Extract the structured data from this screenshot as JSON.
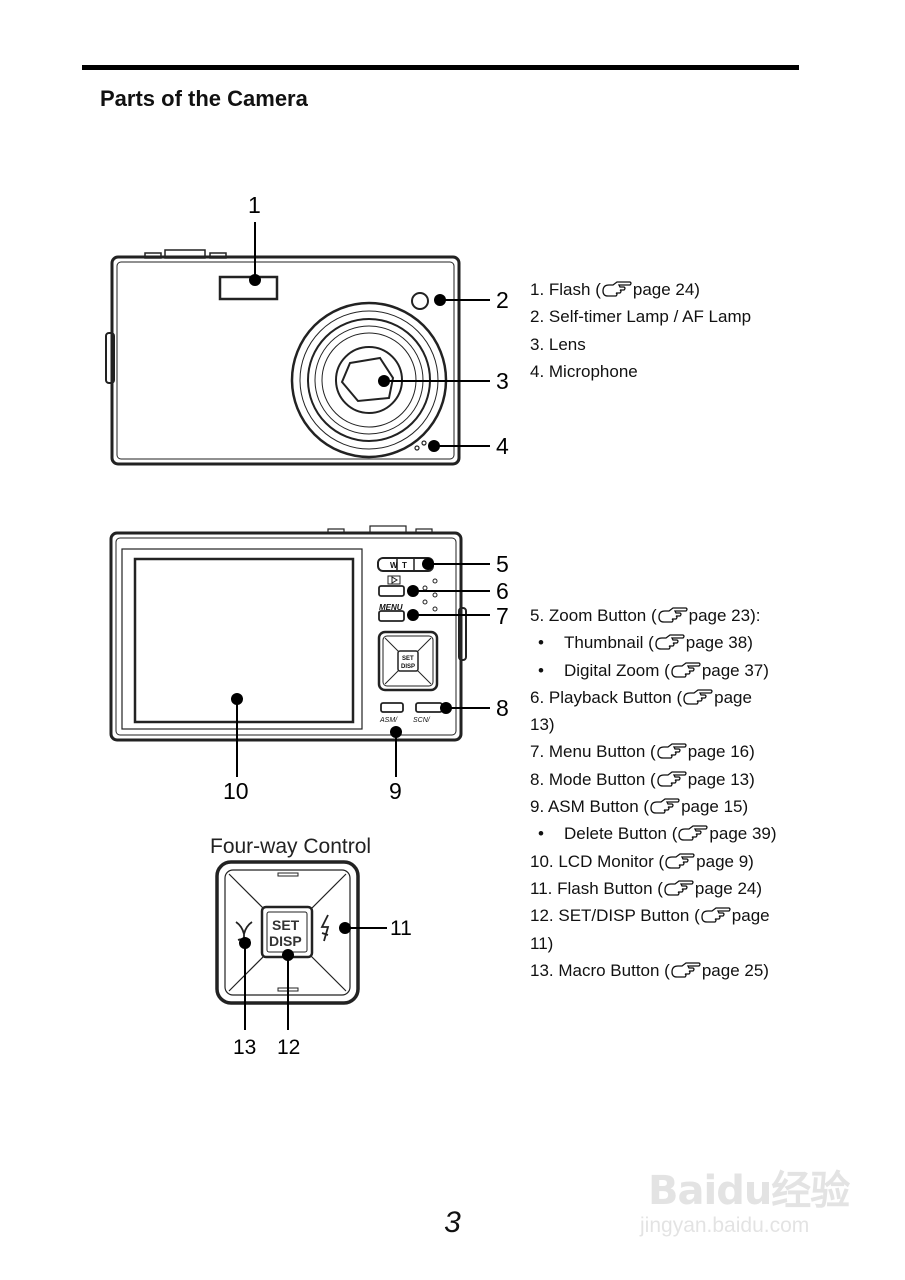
{
  "header": {
    "title": "Parts of the Camera"
  },
  "front_figure": {
    "callouts": [
      "1",
      "2",
      "3",
      "4"
    ]
  },
  "front_list": [
    {
      "text": "1. Flash (",
      "page": "page 24)"
    },
    {
      "text": "2. Self-timer Lamp / AF Lamp"
    },
    {
      "text": "3. Lens"
    },
    {
      "text": "4. Microphone"
    }
  ],
  "back_figure": {
    "callouts": [
      "5",
      "6",
      "7",
      "8",
      "9",
      "10"
    ],
    "zoom_w": "W",
    "zoom_t": "T",
    "menu_label": "MENU",
    "set_label": "SET",
    "disp_label": "DISP",
    "asm_label": "ASM/",
    "scn_label": "SCN/"
  },
  "four_way": {
    "title": "Four-way Control",
    "set_label": "SET",
    "disp_label": "DISP",
    "callouts": [
      "11",
      "13",
      "12"
    ]
  },
  "back_list": {
    "zoom": "5. Zoom Button (",
    "zoom_page": "page 23):",
    "thumb": "Thumbnail (",
    "thumb_page": "page 38)",
    "digital": "Digital Zoom (",
    "digital_page": "page 37)",
    "playback": "6. Playback Button (",
    "playback_page": "page",
    "playback_cont": "13)",
    "menu": "7. Menu Button (",
    "menu_page": "page 16)",
    "mode": "8. Mode Button (",
    "mode_page": "page 13)",
    "asm": "9. ASM Button (",
    "asm_page": "page 15)",
    "delete": "Delete Button (",
    "delete_page": "page 39)",
    "lcd": "10. LCD Monitor (",
    "lcd_page": "page 9)",
    "flash": "11. Flash Button (",
    "flash_page": "page 24)",
    "setdisp": "12. SET/DISP Button (",
    "setdisp_page": "page",
    "setdisp_cont": "11)",
    "macro": "13. Macro Button (",
    "macro_page": "page 25)",
    "bullet": "•"
  },
  "footer": {
    "page_number": "3"
  },
  "watermark": {
    "logo": "Baidu经验",
    "url": "jingyan.baidu.com"
  }
}
